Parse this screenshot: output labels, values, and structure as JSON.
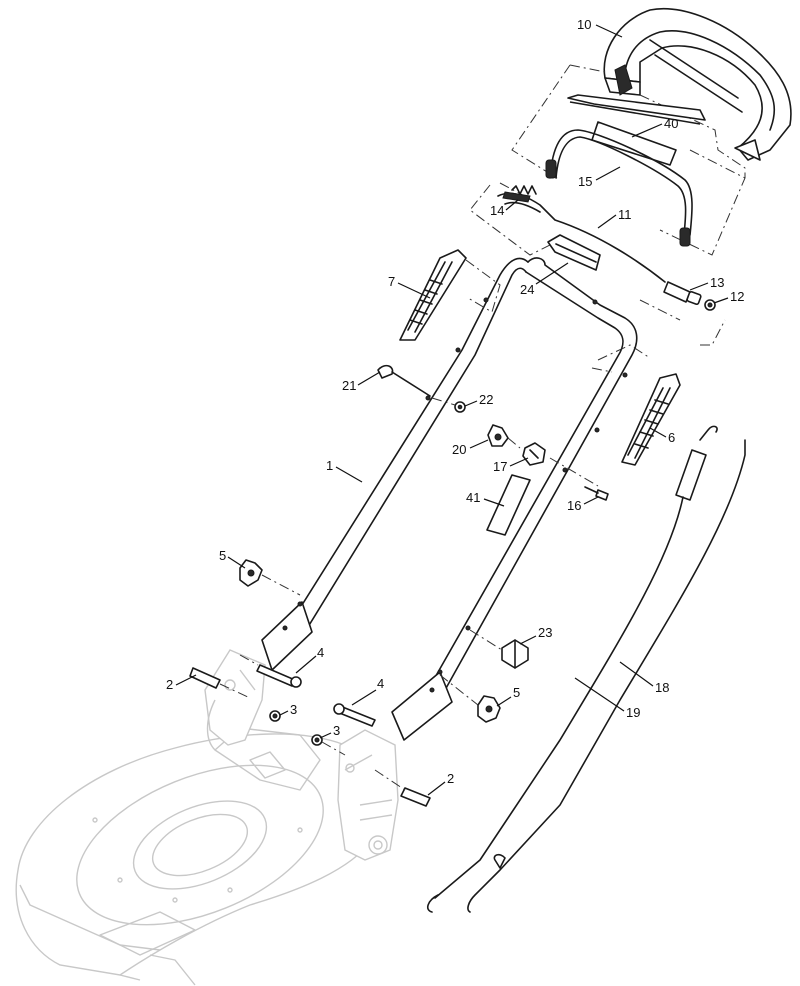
{
  "diagram": {
    "callouts": [
      {
        "id": "c10",
        "label": "10"
      },
      {
        "id": "c40",
        "label": "40"
      },
      {
        "id": "c15",
        "label": "15"
      },
      {
        "id": "c11",
        "label": "11"
      },
      {
        "id": "c14",
        "label": "14"
      },
      {
        "id": "c24",
        "label": "24"
      },
      {
        "id": "c7",
        "label": "7"
      },
      {
        "id": "c13",
        "label": "13"
      },
      {
        "id": "c12",
        "label": "12"
      },
      {
        "id": "c21",
        "label": "21"
      },
      {
        "id": "c22",
        "label": "22"
      },
      {
        "id": "c20",
        "label": "20"
      },
      {
        "id": "c6",
        "label": "6"
      },
      {
        "id": "c17",
        "label": "17"
      },
      {
        "id": "c1",
        "label": "1"
      },
      {
        "id": "c41",
        "label": "41"
      },
      {
        "id": "c16",
        "label": "16"
      },
      {
        "id": "c5a",
        "label": "5"
      },
      {
        "id": "c23",
        "label": "23"
      },
      {
        "id": "c4a",
        "label": "4"
      },
      {
        "id": "c2a",
        "label": "2"
      },
      {
        "id": "c3a",
        "label": "3"
      },
      {
        "id": "c4b",
        "label": "4"
      },
      {
        "id": "c5b",
        "label": "5"
      },
      {
        "id": "c18",
        "label": "18"
      },
      {
        "id": "c3b",
        "label": "3"
      },
      {
        "id": "c19",
        "label": "19"
      },
      {
        "id": "c2b",
        "label": "2"
      }
    ]
  }
}
